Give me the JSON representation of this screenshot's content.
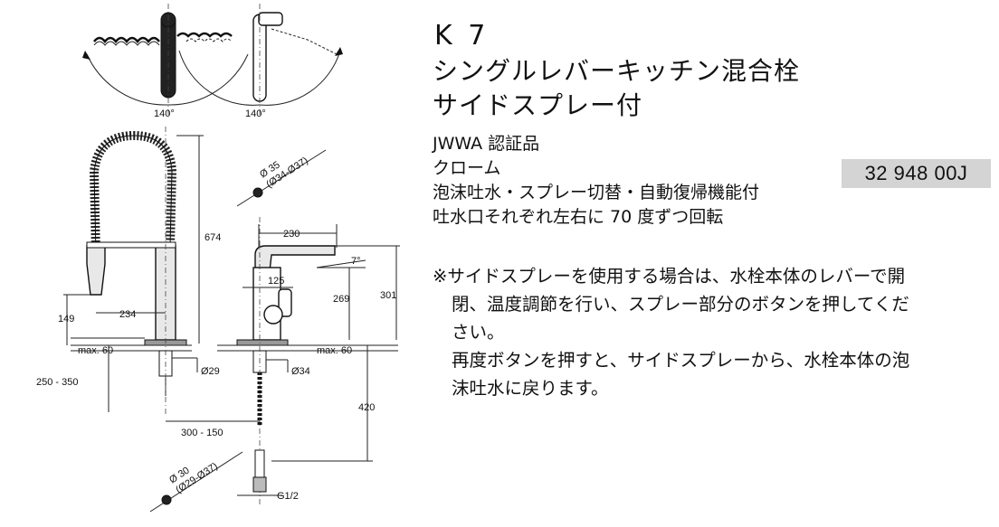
{
  "product": {
    "model": "K 7",
    "title_line1": "シングルレバーキッチン混合栓",
    "title_line2": "サイドスプレー付",
    "certification": "JWWA 認証品",
    "finish": "クローム",
    "product_code": "32 948 00J",
    "feature_1": "泡沫吐水・スプレー切替・自動復帰機能付",
    "feature_2": "吐水口それぞれ左右に 70 度ずつ回転"
  },
  "notes": {
    "line1": "※サイドスプレーを使用する場合は、水栓本体のレバーで開",
    "line2": "閉、温度調節を行い、スプレー部分のボタンを押してくだ",
    "line3": "さい。",
    "line4": "再度ボタンを押すと、サイドスプレーから、水栓本体の泡",
    "line5": "沫吐水に戻ります。"
  },
  "dimensions": {
    "rotation_left": "140°",
    "rotation_right": "140°",
    "height_674": "674",
    "dia_35": "Ø 35",
    "dia_35_range": "(Ø34-Ø37)",
    "reach_230": "230",
    "angle_7": "7°",
    "dim_125": "125",
    "dim_269": "269",
    "dim_301": "301",
    "dim_149": "149",
    "dim_234": "234",
    "max_60_left": "max. 60",
    "max_60_right": "max. 60",
    "range_250_350": "250 - 350",
    "dia_29": "Ø29",
    "dia_34": "Ø34",
    "dim_420": "420",
    "range_300_150": "300 - 150",
    "dia_30": "Ø 30",
    "dia_30_range": "(Ø29-Ø37)",
    "thread_g12": "G1/2"
  },
  "colors": {
    "badge_bg": "#d4d4d4",
    "line": "#222222"
  }
}
